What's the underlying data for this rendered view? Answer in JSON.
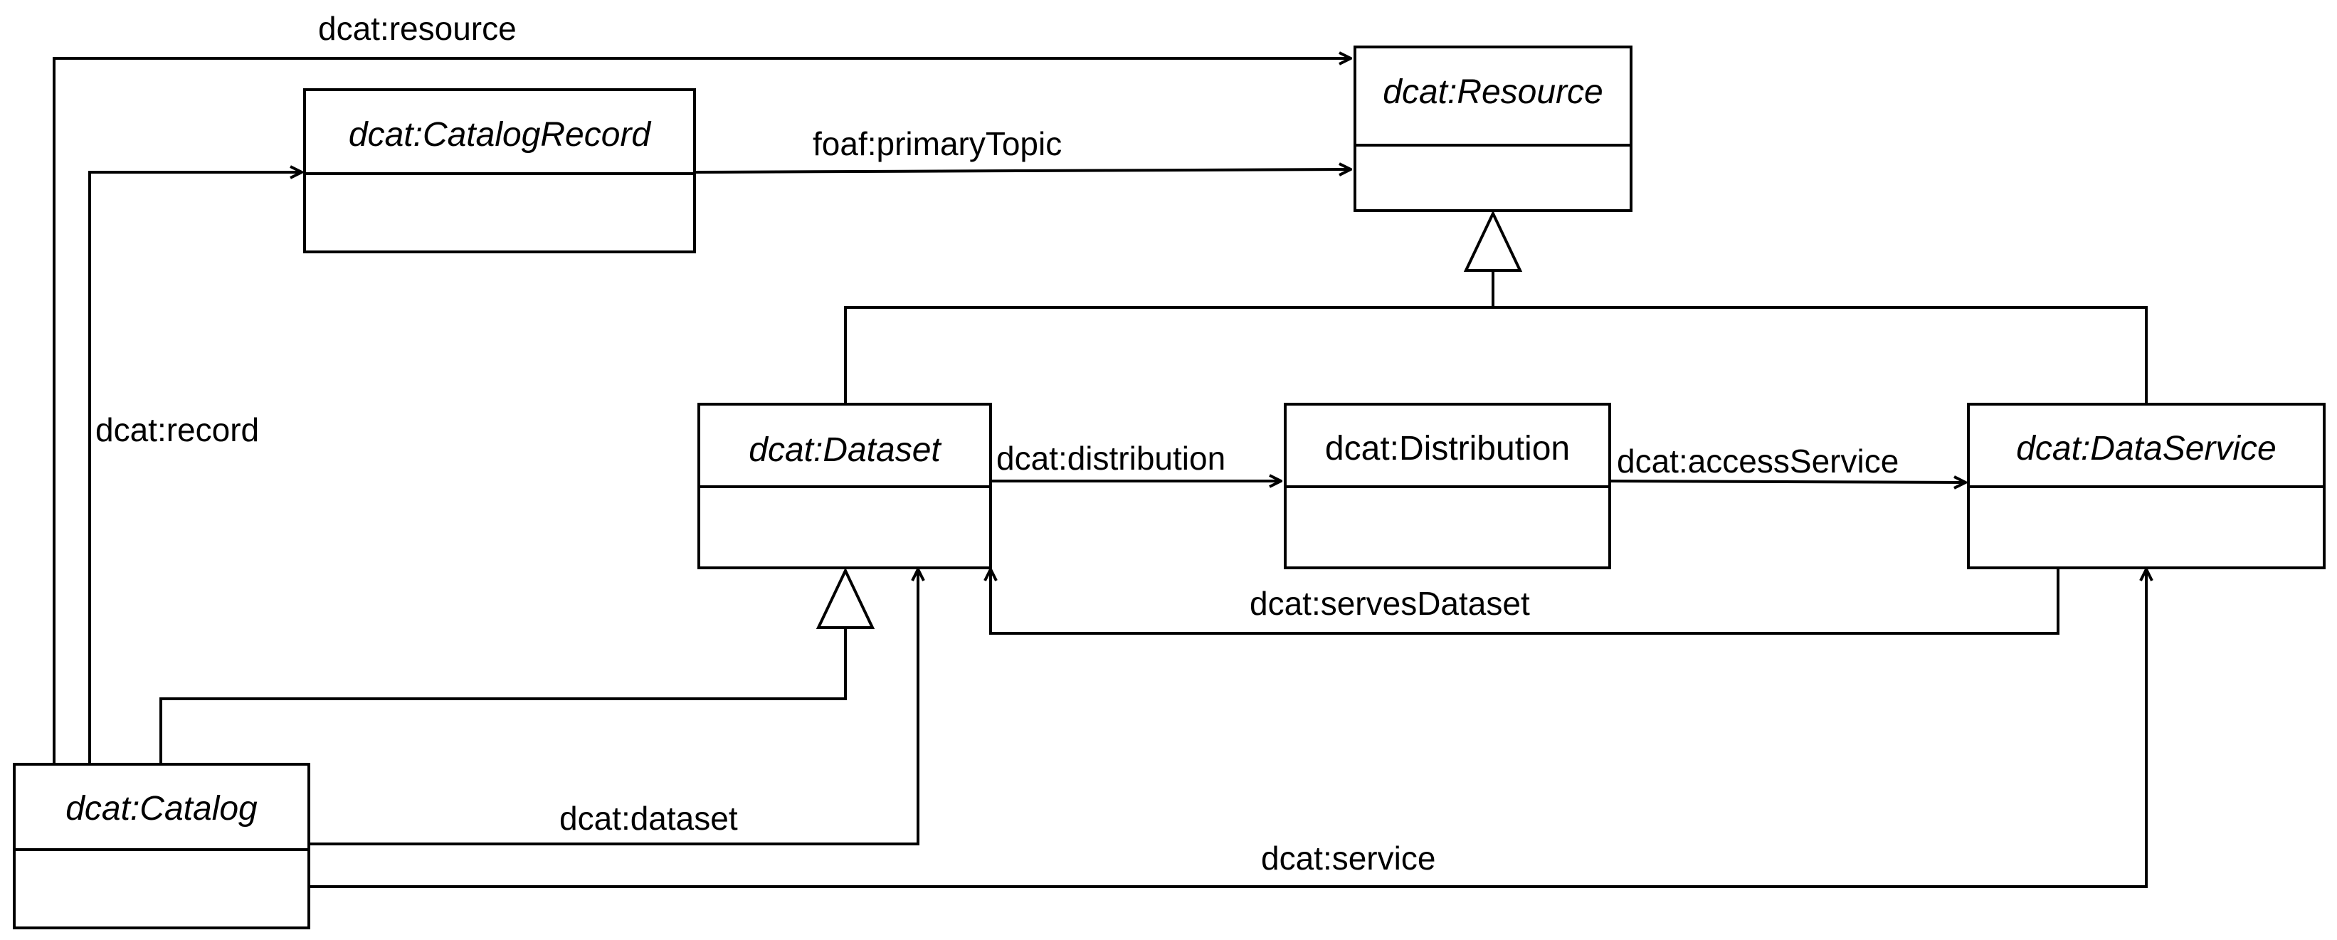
{
  "classes": {
    "resource": {
      "name": "dcat:Resource",
      "italic": true
    },
    "catalog_record": {
      "name": "dcat:CatalogRecord",
      "italic": true
    },
    "dataset": {
      "name": "dcat:Dataset",
      "italic": true
    },
    "distribution": {
      "name": "dcat:Distribution",
      "italic": false
    },
    "data_service": {
      "name": "dcat:DataService",
      "italic": true
    },
    "catalog": {
      "name": "dcat:Catalog",
      "italic": true
    }
  },
  "associations": {
    "resource": "dcat:resource",
    "primary_topic": "foaf:primaryTopic",
    "record": "dcat:record",
    "distribution": "dcat:distribution",
    "access_service": "dcat:accessService",
    "serves_dataset": "dcat:servesDataset",
    "dataset": "dcat:dataset",
    "service": "dcat:service"
  },
  "colors": {
    "line": "#000000",
    "background": "#ffffff"
  }
}
